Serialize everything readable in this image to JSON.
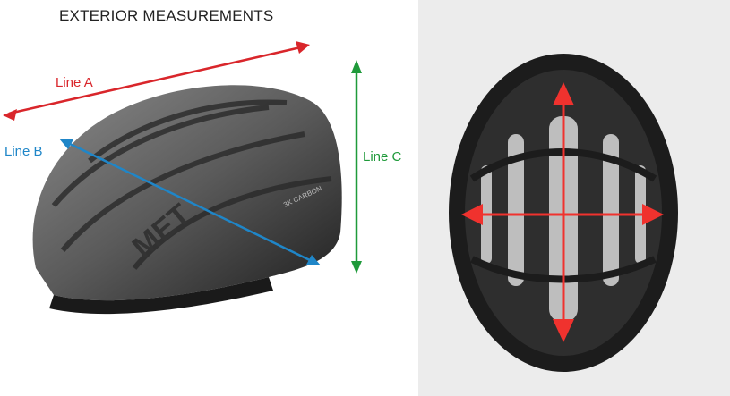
{
  "title": "EXTERIOR MEASUREMENTS",
  "lines": {
    "a": {
      "label": "Line A",
      "color": "#d9262b"
    },
    "b": {
      "label": "Line B",
      "color": "#1f86c8"
    },
    "c": {
      "label": "Line C",
      "color": "#1f9a3a"
    }
  },
  "interior_arrows_color": "#f0322e",
  "helmet_logo": {
    "brand": "MET",
    "material": "3K CARBON"
  }
}
